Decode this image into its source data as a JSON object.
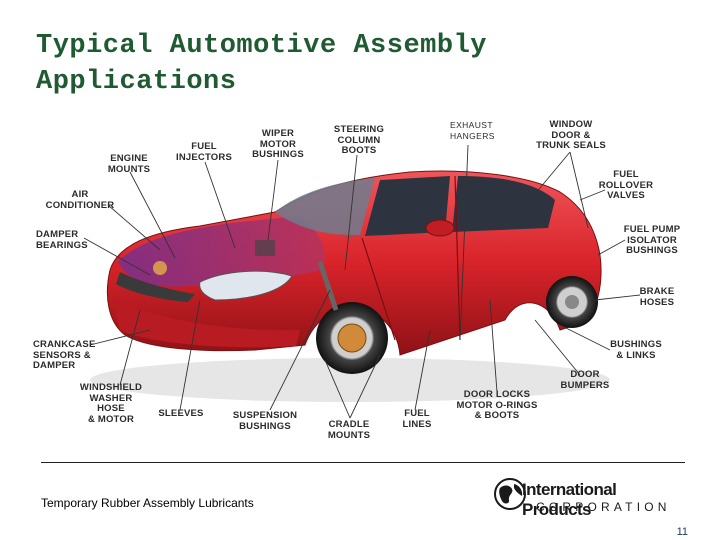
{
  "slide": {
    "title": "Typical Automotive Assembly Applications",
    "footer": "Temporary Rubber Assembly Lubricants",
    "page_number": "11"
  },
  "logo": {
    "line1": "International Products",
    "line2": "CORPORATION",
    "icon": "globe-icon"
  },
  "labels": {
    "engine_mounts": "ENGINE\nMOUNTS",
    "fuel_injectors": "FUEL\nINJECTORS",
    "wiper_motor_bushings": "WIPER\nMOTOR\nBUSHINGS",
    "steering_column_boots": "STEERING\nCOLUMN\nBOOTS",
    "exhaust_hangers": "EXHAUST\nHANGERS",
    "window_door_trunk_seals": "WINDOW\nDOOR &\nTRUNK SEALS",
    "air_conditioner": "AIR\nCONDITIONER",
    "fuel_rollover_valves": "FUEL\nROLLOVER\nVALVES",
    "damper_bearings": "DAMPER\nBEARINGS",
    "fuel_pump_isolator_bushings": "FUEL PUMP\nISOLATOR\nBUSHINGS",
    "brake_hoses": "BRAKE\nHOSES",
    "crankcase_sensors_damper": "CRANKCASE\nSENSORS &\nDAMPER",
    "bushings_links": "BUSHINGS\n& LINKS",
    "door_bumpers": "DOOR\nBUMPERS",
    "windshield_washer_hose_motor": "WINDSHIELD\nWASHER HOSE\n& MOTOR",
    "sleeves": "SLEEVES",
    "suspension_bushings": "SUSPENSION\nBUSHINGS",
    "cradle_mounts": "CRADLE\nMOUNTS",
    "fuel_lines": "FUEL\nLINES",
    "door_locks_motor_orings_boots": "DOOR LOCKS\nMOTOR O-RINGS\n& BOOTS"
  },
  "colors": {
    "title": "#1f5a32",
    "car_body": "#d8232a",
    "car_engine_tint": "#8a3a9a",
    "leader_line": "#333333"
  }
}
